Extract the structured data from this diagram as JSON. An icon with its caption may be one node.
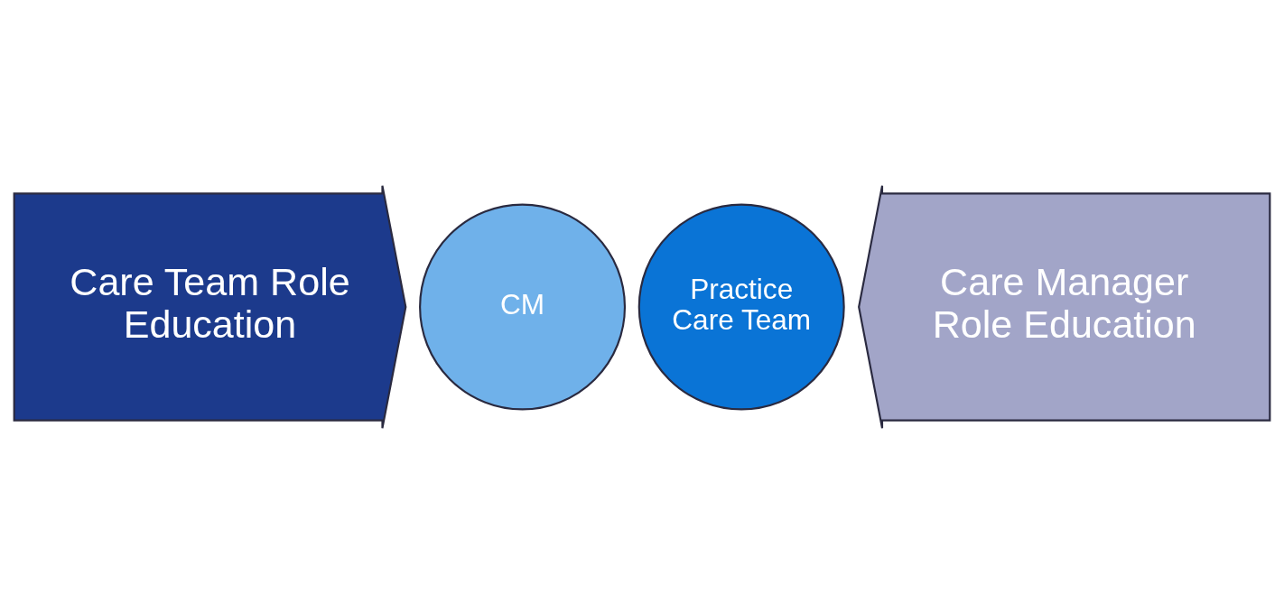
{
  "diagram": {
    "nodes": [
      {
        "text": [
          "Care Team Role Education"
        ]
      },
      {
        "text": [
          "CM"
        ]
      },
      {
        "text": [
          "Practice Care Team"
        ]
      },
      {
        "text": [
          "Care Manager Role Education"
        ]
      }
    ]
  }
}
